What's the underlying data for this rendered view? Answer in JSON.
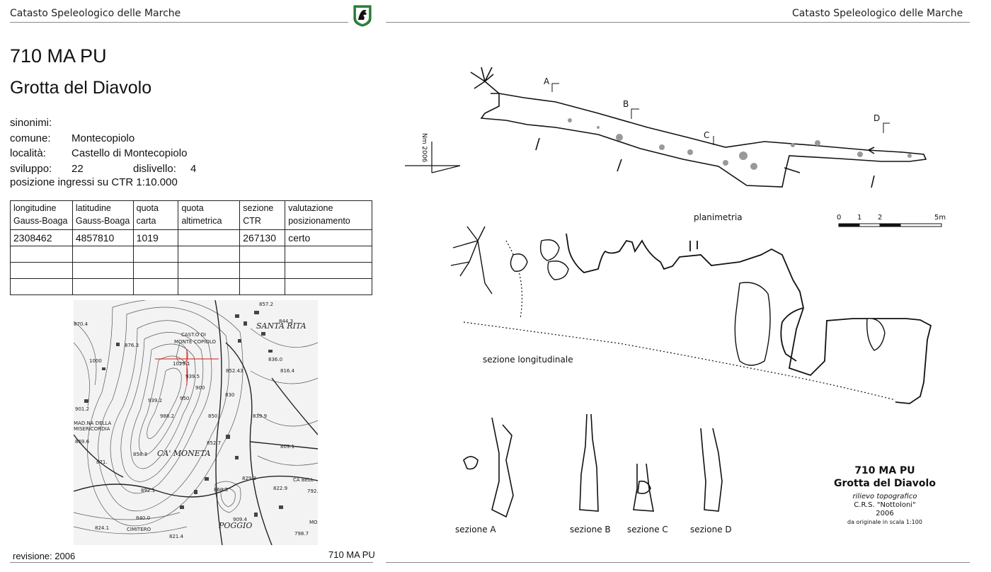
{
  "header": {
    "left_title": "Catasto Speleologico delle Marche",
    "right_title": "Catasto Speleologico delle Marche"
  },
  "cave": {
    "code": "710 MA PU",
    "name": "Grotta del Diavolo"
  },
  "info": {
    "sinonimi_label": "sinonimi:",
    "comune_label": "comune:",
    "comune_value": "Montecopiolo",
    "localita_label": "località:",
    "localita_value": "Castello di Montecopiolo",
    "sviluppo_label": "sviluppo:",
    "sviluppo_value": "22",
    "dislivello_label": "dislivello:",
    "dislivello_value": "4",
    "posizione_label": "posizione ingressi su CTR 1:10.000"
  },
  "table": {
    "headers": [
      "longitudine Gauss-Boaga",
      "latitudine Gauss-Boaga",
      "quota carta",
      "quota altimetrica",
      "sezione CTR",
      "valutazione posizionamento"
    ],
    "rows": [
      [
        "2308462",
        "4857810",
        "1019",
        "",
        "267130",
        "certo"
      ],
      [
        "",
        "",
        "",
        "",
        "",
        ""
      ],
      [
        "",
        "",
        "",
        "",
        "",
        ""
      ],
      [
        "",
        "",
        "",
        "",
        "",
        ""
      ]
    ]
  },
  "map": {
    "labels": {
      "santa_rita": "SANTA RITA",
      "castel": "CAST.O DI",
      "monte_copiolo": "MONTE COPIOLO",
      "ca_moneta": "CA' MONETA",
      "poggio": "POGGIO",
      "cimitero": "CIMITERO",
      "madonna": "MAD.NA DELLA MISERICORDIA",
      "ca_bell": "CA BELL",
      "mo": "MO",
      "h_1000": "1000",
      "h_900": "900",
      "h_950": "950",
      "h_850": "850",
      "h_8704": "870.4",
      "h_8763": "876.3",
      "h_8572": "857.2",
      "h_8443": "844.3",
      "h_8243": "852.43",
      "h_836": "836.0",
      "h_8164": "816.4",
      "h_9391": "939.2",
      "h_9012": "901.2",
      "h_9882": "988.2",
      "h_8527": "852.7",
      "h_8399": "839.9",
      "h_8091": "809.1",
      "h_8293": "829.3",
      "h_8229": "822.9",
      "h_8921": "892.1",
      "h_8603": "860.3",
      "h_9094": "909.4",
      "h_8241": "824.1",
      "h_8214": "821.4",
      "h_7987": "798.7",
      "h_792": "792.",
      "h_8696": "869.6",
      "h_871": "871.",
      "h_10291": "1029.1",
      "h_9395": "939.5",
      "h_8403": "840.0",
      "h_8583": "858.3",
      "h_830": "830"
    }
  },
  "footer": {
    "revisione": "revisione: 2006",
    "code": "710 MA PU"
  },
  "survey": {
    "north": "Nm 2006",
    "planimetria": "planimetria",
    "sezione_longitudinale": "sezione longitudinale",
    "scale_ticks": [
      "0",
      "1",
      "2",
      "5m"
    ],
    "section_markers": [
      "A",
      "B",
      "C",
      "D"
    ],
    "sections": [
      "sezione A",
      "sezione B",
      "sezione C",
      "sezione D"
    ],
    "title_code": "710 MA PU",
    "title_name": "Grotta del Diavolo",
    "title_type": "rilievo topografico",
    "title_group": "C.R.S. \"Nottoloni\"",
    "title_year": "2006",
    "title_scale": "da originale in scala 1:100"
  }
}
